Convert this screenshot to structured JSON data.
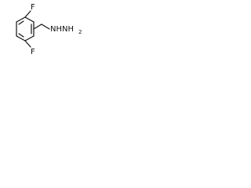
{
  "structure": {
    "atoms": {
      "fluorine_top": "F",
      "fluorine_bottom": "F",
      "hydrazine": "NHNH",
      "hydrazine_terminal": "2"
    }
  },
  "colors": {
    "bond": "#111111",
    "label": "#111111",
    "background": "#ffffff"
  }
}
